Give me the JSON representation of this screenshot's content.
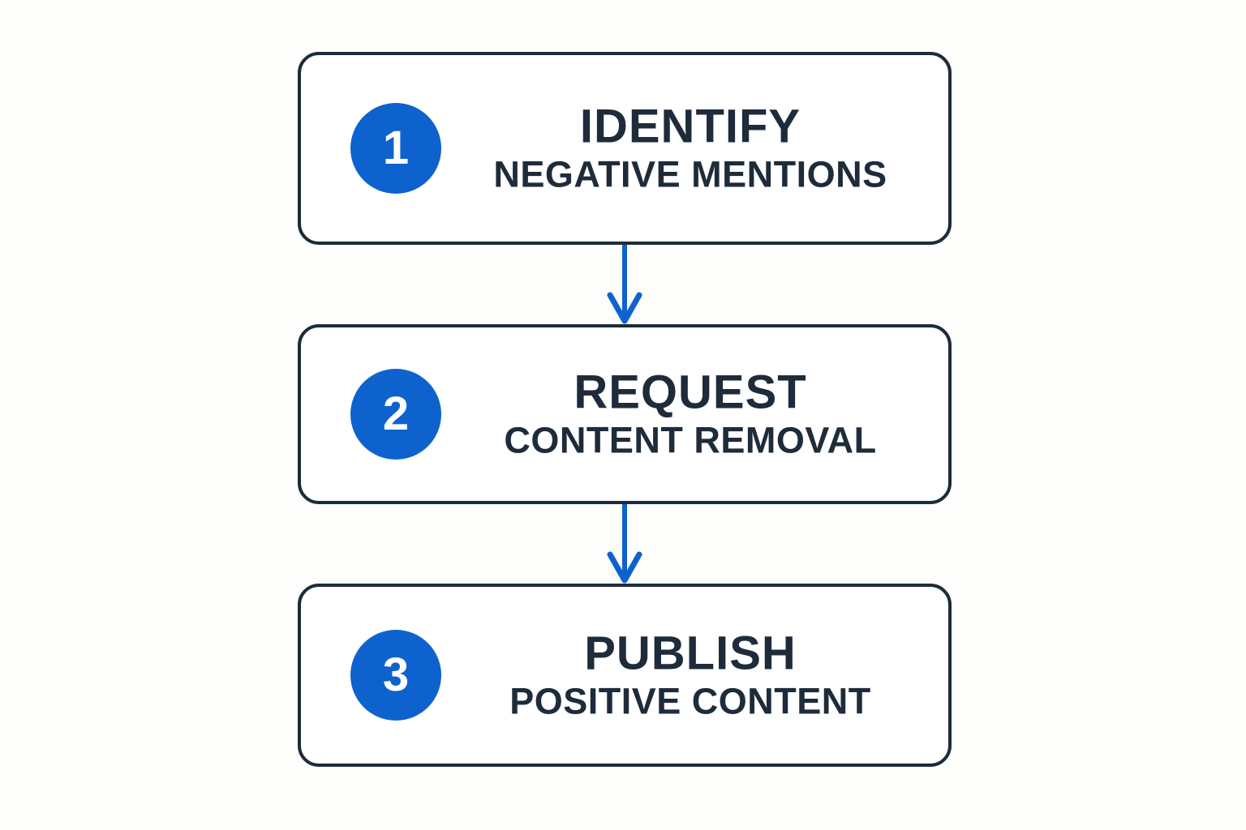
{
  "diagram": {
    "type": "vertical-flowchart",
    "background_color": "#fdfdfb",
    "accent_color": "#0e62ce",
    "text_color": "#1e2b3a",
    "card_border_color": "#1e2b3a",
    "card_fill_color": "#ffffff",
    "steps": [
      {
        "number": "1",
        "title": "IDENTIFY",
        "subtitle": "NEGATIVE MENTIONS"
      },
      {
        "number": "2",
        "title": "REQUEST",
        "subtitle": "CONTENT REMOVAL"
      },
      {
        "number": "3",
        "title": "PUBLISH",
        "subtitle": "POSITIVE CONTENT"
      }
    ],
    "connectors": [
      {
        "from": "1",
        "to": "2",
        "direction": "down",
        "color": "#0e62ce"
      },
      {
        "from": "2",
        "to": "3",
        "direction": "down",
        "color": "#0e62ce"
      }
    ]
  }
}
